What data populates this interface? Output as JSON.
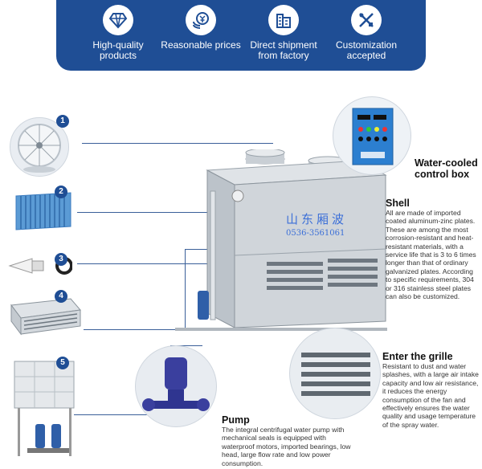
{
  "features": [
    {
      "icon": "diamond-icon",
      "label": "High-quality products"
    },
    {
      "icon": "coins-icon",
      "label": "Reasonable prices"
    },
    {
      "icon": "factory-icon",
      "label": "Direct shipment from factory"
    },
    {
      "icon": "tools-icon",
      "label": "Customization accepted"
    }
  ],
  "components": [
    "1",
    "2",
    "3",
    "4",
    "5"
  ],
  "control_box": {
    "title": "Water-cooled control box"
  },
  "tower_text": {
    "line1": "山东厢波",
    "line2": "0536-3561061"
  },
  "shell": {
    "title": "Shell",
    "desc": "All are made of imported coated aluminum-zinc plates. These are among the most corrosion-resistant and heat-resistant materials, with a service life that is 3 to 6 times longer than that of ordinary galvanized plates. According to specific requirements, 304 or 316 stainless steel plates can also be customized."
  },
  "grille": {
    "title": "Enter the grille",
    "desc": "Resistant to dust and water splashes, with a large air intake capacity and low air resistance, it reduces the energy consumption of the fan and effectively ensures the water quality and usage temperature of the spray water."
  },
  "pump": {
    "title": "Pump",
    "desc": "The integral centrifugal water pump with mechanical seals is equipped with waterproof motors, imported bearings, low head, large flow rate and low power consumption."
  },
  "colors": {
    "brand": "#1f4e95",
    "accent": "#3a5f99"
  }
}
